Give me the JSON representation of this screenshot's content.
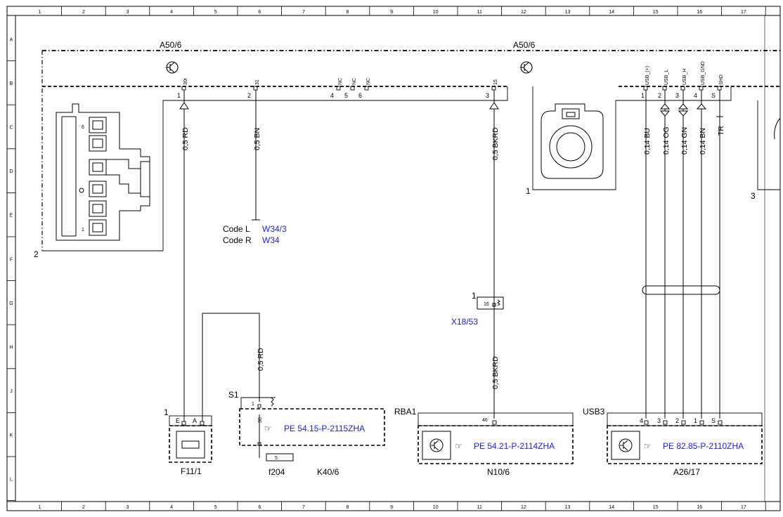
{
  "grid": {
    "columns": [
      "1",
      "2",
      "3",
      "4",
      "5",
      "6",
      "7",
      "8",
      "9",
      "10",
      "11",
      "12",
      "13",
      "14",
      "15",
      "16",
      "17"
    ],
    "rows": [
      "A",
      "B",
      "C",
      "D",
      "E",
      "F",
      "G",
      "H",
      "J",
      "K",
      "L"
    ]
  },
  "units": {
    "a50_left": "A50/6",
    "a50_right": "A50/6",
    "f11": "F11/1",
    "f204": "f204",
    "k40": "K40/6",
    "n10": "N10/6",
    "a26": "A26/17",
    "x18": "X18/53",
    "rba1": "RBA1",
    "usb3": "USB3",
    "s1": "S1"
  },
  "callouts": {
    "left_housing": "2",
    "mid_connector": "1",
    "right_partial": "3",
    "f11_marker": "1",
    "x18_marker": "1"
  },
  "code_notes": {
    "line1_label": "Code L",
    "line1_ref": "W34/3",
    "line2_label": "Code R",
    "line2_ref": "W34"
  },
  "left_pins": {
    "p1_num": "1",
    "p1_name": "30t",
    "p2_num": "2",
    "p2_name": "31",
    "nc4_num": "4",
    "nc4_name": "NC",
    "nc5_num": "5",
    "nc5_name": "NC",
    "nc6_num": "6",
    "nc6_name": "NC",
    "p3_num": "3",
    "p3_name": "15"
  },
  "usb_pins": {
    "p1_num": "1",
    "p1_name": "USB_(+)",
    "p2_num": "2",
    "p2_name": "USB_L",
    "p3_num": "3",
    "p3_name": "USB_H",
    "p4_num": "4",
    "p4_name": "USB_GND",
    "ps_num": "S",
    "ps_name": "SHD"
  },
  "wires": {
    "w1": "0,5 RD",
    "w2": "0,5 BN",
    "w3": "0,5 BKRD",
    "w4": "0,14 BU",
    "w5": "0,14 OG",
    "w6": "0,14 GN",
    "w7": "0,14 BN",
    "w8": "TR",
    "w9": "0,5 RD",
    "w10": "0,5 BKRD"
  },
  "pins_misc": {
    "f11_e": "E",
    "f11_a": "A",
    "k40_pin1": "1",
    "k40_pin30": "30",
    "f204_pin": "5",
    "x18_pin": "16",
    "n10_pin": "46",
    "a26_p4": "4",
    "a26_p3": "3",
    "a26_p2": "2",
    "a26_p1": "1",
    "a26_ps": "S"
  },
  "pe_refs": {
    "k40": "PE 54.15-P-2115ZHA",
    "n10": "PE 54.21-P-2114ZHA",
    "a26": "PE 82.85-P-2110ZHA"
  },
  "connector_numbers": {
    "top": "6",
    "bottom": "1"
  }
}
